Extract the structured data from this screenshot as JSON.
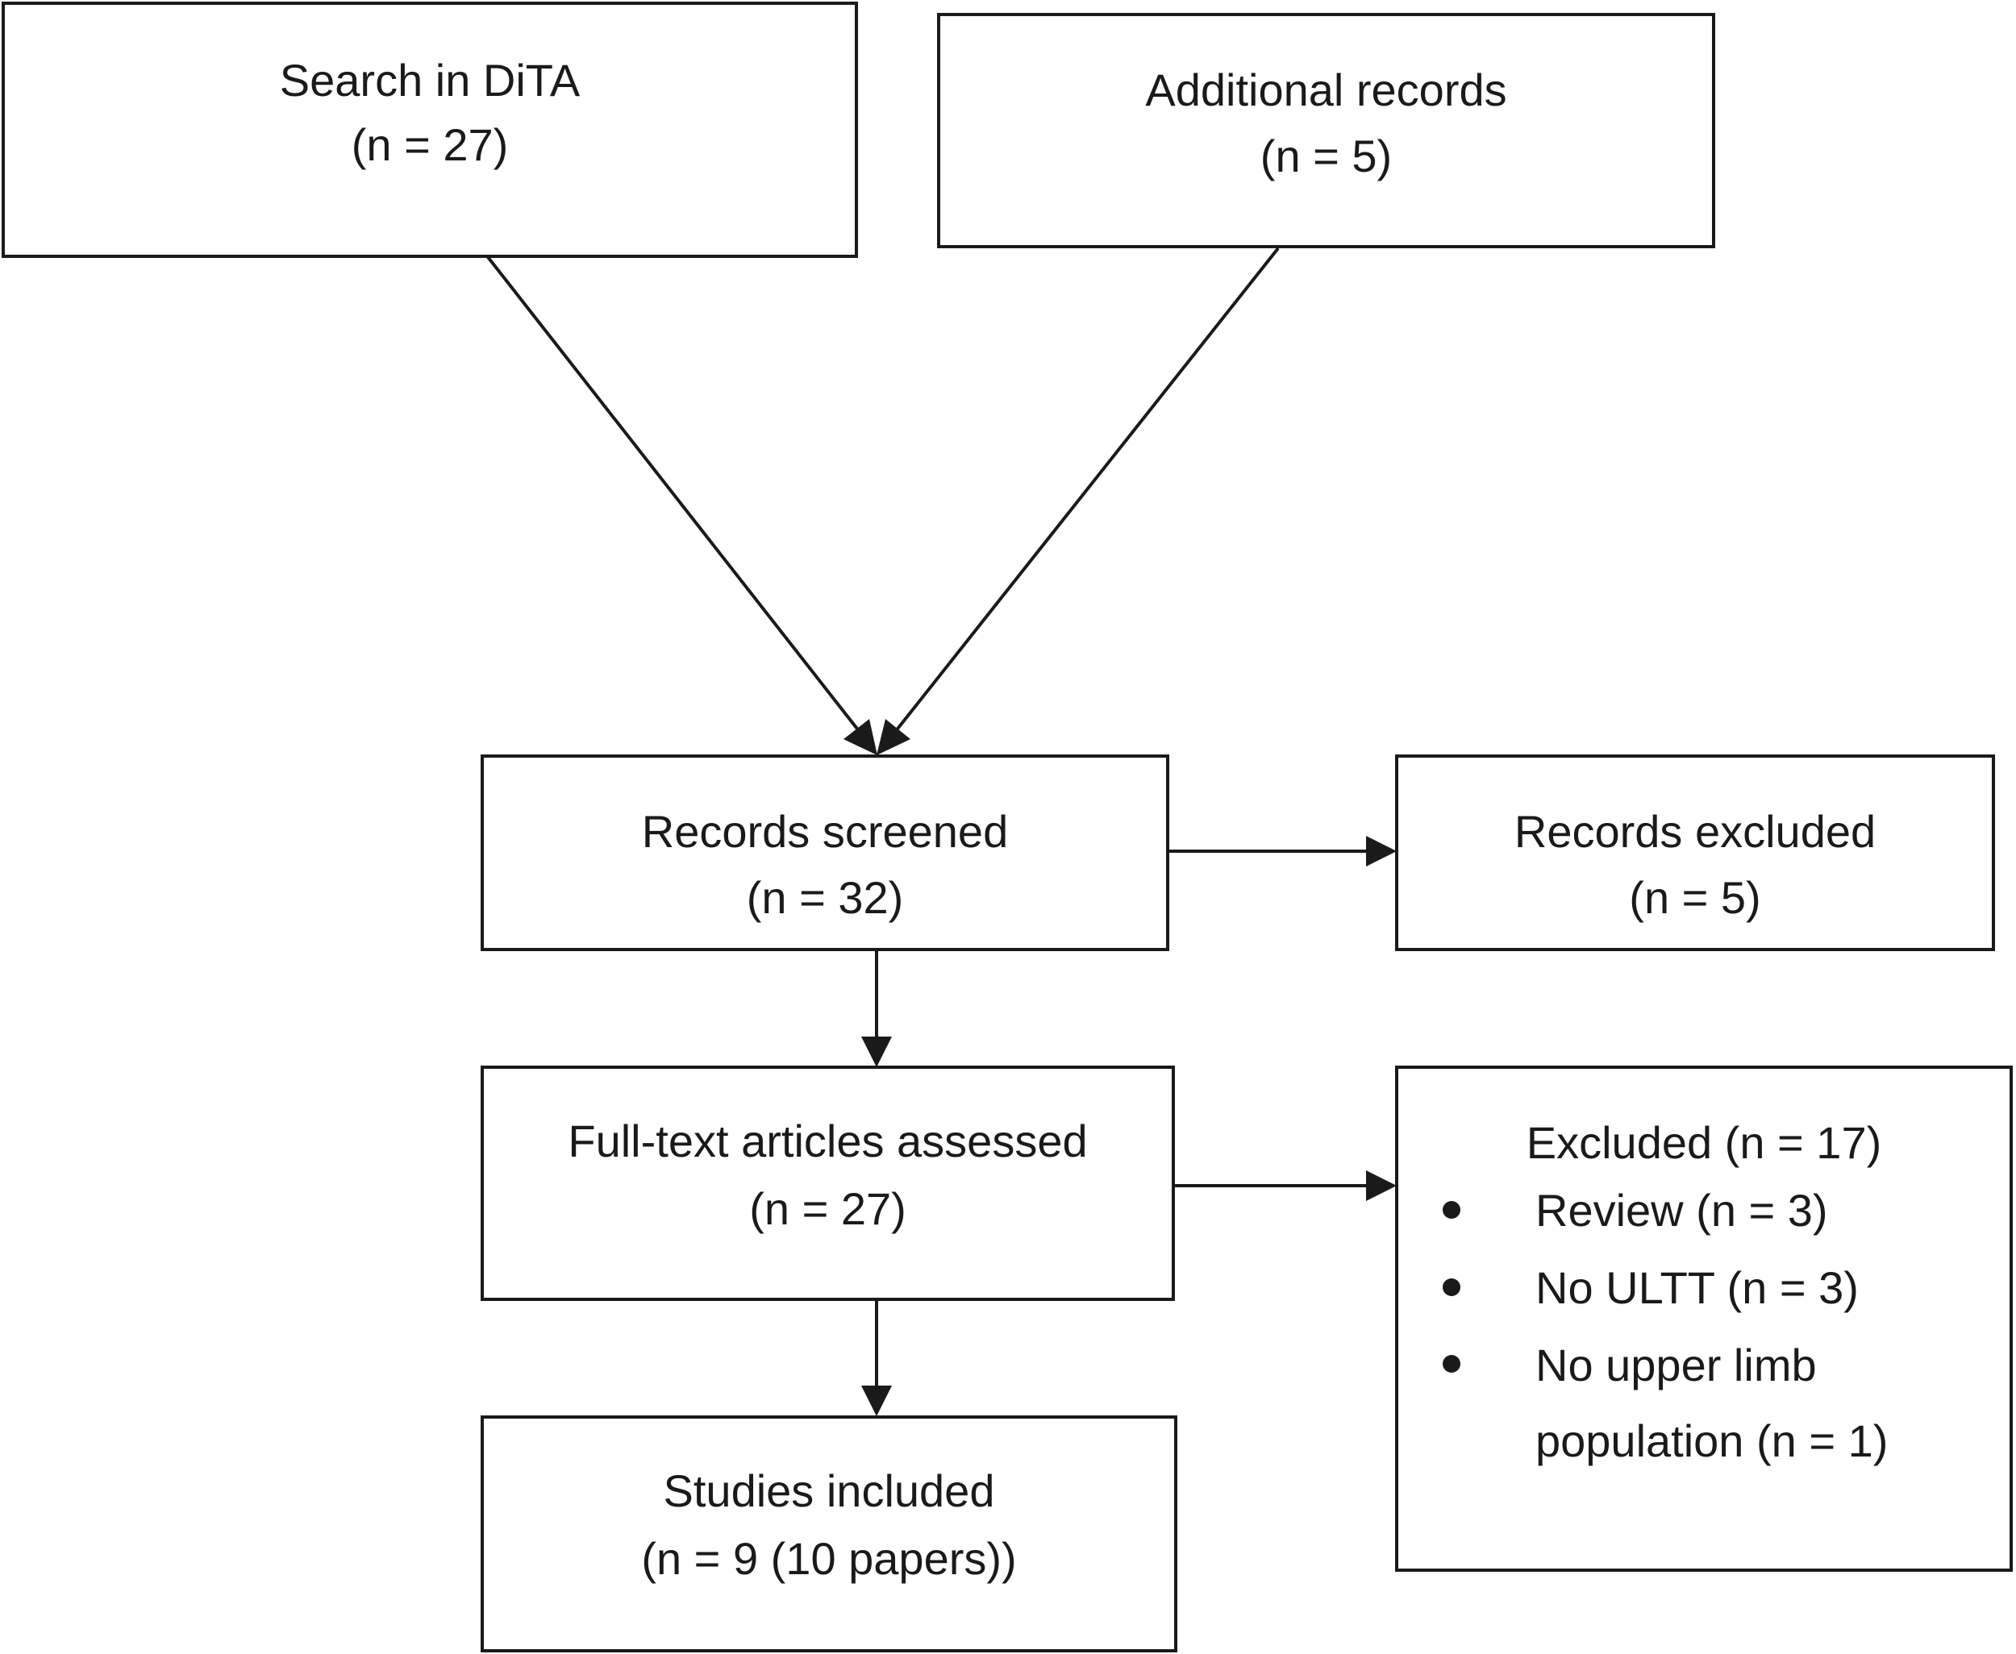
{
  "boxes": {
    "search": {
      "title": "Search in DiTA",
      "count": "(n = 27)"
    },
    "additional": {
      "title": "Additional records",
      "count": "(n = 5)"
    },
    "screened": {
      "title": "Records screened",
      "count": "(n = 32)"
    },
    "records_excluded": {
      "title": "Records excluded",
      "count": "(n = 5)"
    },
    "fulltext": {
      "title": "Full-text articles assessed",
      "count": "(n = 27)"
    },
    "included": {
      "title": "Studies included",
      "count": "(n = 9 (10 papers))"
    },
    "excluded": {
      "title": "Excluded (n = 17)",
      "reasons": [
        {
          "lines": [
            "Review (n = 3)"
          ]
        },
        {
          "lines": [
            "No ULTT (n = 3)"
          ]
        },
        {
          "lines": [
            "No upper limb",
            "population (n = 1)"
          ]
        }
      ]
    }
  },
  "colors": {
    "stroke": "#1a1a1a",
    "background": "#ffffff"
  }
}
